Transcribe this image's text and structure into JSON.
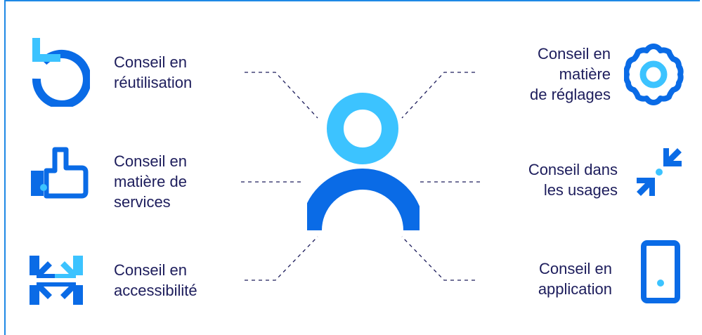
{
  "colors": {
    "primary": "#0a6be6",
    "light": "#3cc3ff",
    "text": "#1d1d5c",
    "frame": "#1e88e5"
  },
  "items": [
    {
      "id": "reutilisation",
      "icon": "undo-arrow-icon",
      "lines": [
        "Conseil en",
        "réutilisation"
      ]
    },
    {
      "id": "services",
      "icon": "thumbs-up-icon",
      "lines": [
        "Conseil en",
        "matière de",
        "services"
      ]
    },
    {
      "id": "accessibilite",
      "icon": "compress-arrows-icon",
      "lines": [
        "Conseil en",
        "accessibilité"
      ]
    },
    {
      "id": "reglages",
      "icon": "gear-icon",
      "lines": [
        "Conseil en",
        "matière",
        "de réglages"
      ]
    },
    {
      "id": "usages",
      "icon": "converge-arrows-icon",
      "lines": [
        "Conseil dans",
        "les usages"
      ]
    },
    {
      "id": "application",
      "icon": "smartphone-icon",
      "lines": [
        "Conseil en",
        "application"
      ]
    }
  ],
  "center": {
    "icon": "user-icon"
  }
}
